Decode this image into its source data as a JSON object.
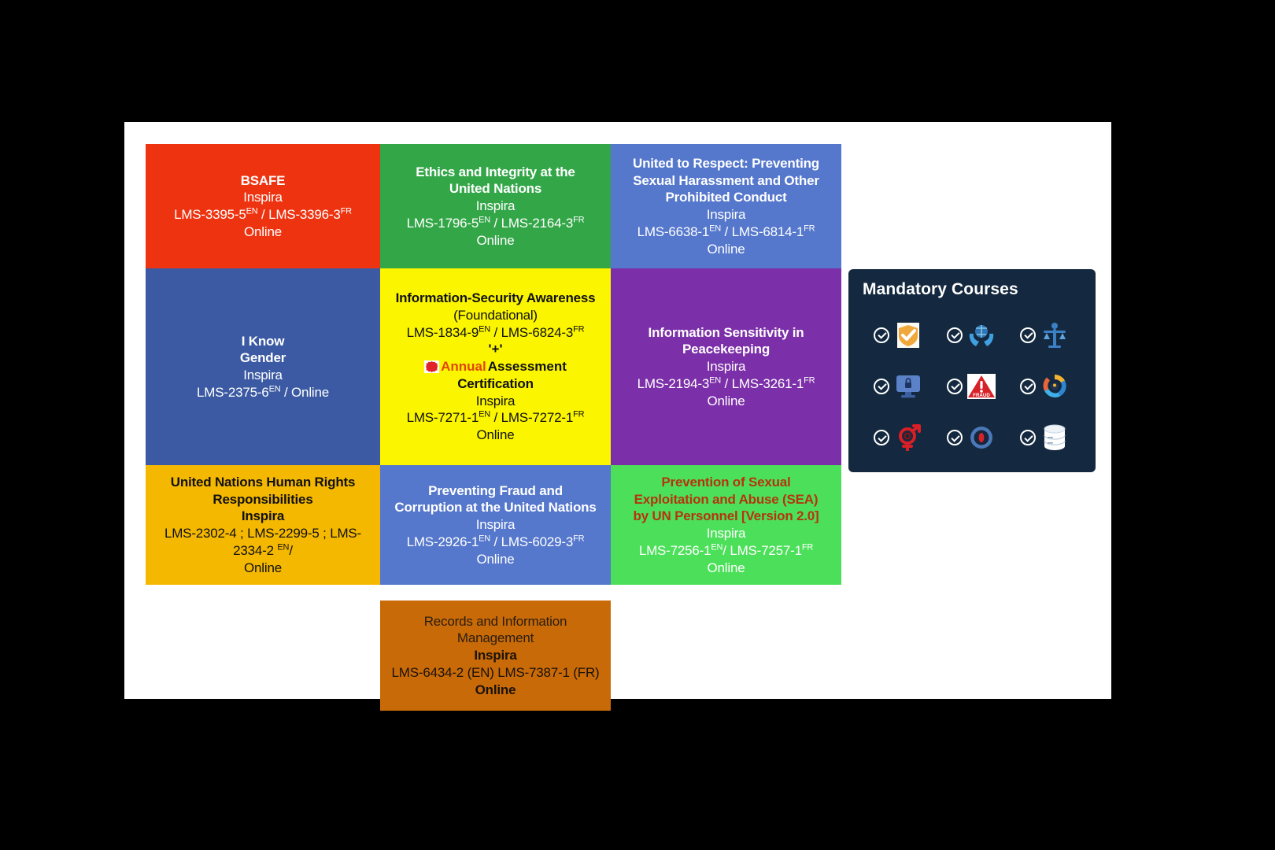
{
  "legend": {
    "title": "Mandatory Courses",
    "icons": [
      {
        "name": "shield-check-icon"
      },
      {
        "name": "hands-globe-icon"
      },
      {
        "name": "scales-justice-icon"
      },
      {
        "name": "monitor-lock-icon"
      },
      {
        "name": "fraud-warning-icon"
      },
      {
        "name": "people-cycle-icon"
      },
      {
        "name": "gender-symbol-icon"
      },
      {
        "name": "security-shield-circle-icon"
      },
      {
        "name": "database-records-icon"
      }
    ]
  },
  "courses": {
    "bsafe": {
      "title": "BSAFE",
      "platform": "Inspira",
      "code_en": "LMS-3395-5",
      "sup_en": "EN",
      "sep": " / ",
      "code_fr": "LMS-3396-3",
      "sup_fr": "FR",
      "mode": "Online"
    },
    "ethics": {
      "title_line1": "Ethics and Integrity at the",
      "title_line2": "United Nations",
      "platform": "Inspira",
      "code_en": "LMS-1796-5",
      "sup_en": "EN",
      "sep": " / ",
      "code_fr": "LMS-2164-3",
      "sup_fr": "FR",
      "mode": "Online"
    },
    "respect": {
      "title_line1": "United to Respect: Preventing",
      "title_line2": "Sexual Harassment and Other",
      "title_line3": "Prohibited Conduct",
      "platform": "Inspira",
      "code_en": "LMS-6638-1",
      "sup_en": "EN",
      "sep": " / ",
      "code_fr": "LMS-6814-1",
      "sup_fr": "FR",
      "mode": "Online"
    },
    "gender": {
      "title_line1": "I Know",
      "title_line2": "Gender",
      "platform": "Inspira",
      "code_en": "LMS-2375-6",
      "sup_en": "EN",
      "mode_inline": " / Online"
    },
    "infosec": {
      "title": "Information-Security Awareness",
      "subtitle": "(Foundational)",
      "code_en": "LMS-1834-9",
      "sup_en": "EN",
      "sep": " / ",
      "code_fr": "LMS-6824-3",
      "sup_fr": "FR",
      "plus": "'+'",
      "annual_word": "Annual",
      "annual_rest": " Assessment",
      "annual_line2": "Certification",
      "platform": "Inspira",
      "code2_en": "LMS-7271-1",
      "sup2_en": "EN",
      "sep2": " / ",
      "code2_fr": "LMS-7272-1",
      "sup2_fr": "FR",
      "mode": "Online"
    },
    "sensitive": {
      "title_line1": "Information Sensitivity in",
      "title_line2": "Peacekeeping",
      "platform": "Inspira",
      "code_en": "LMS-2194-3",
      "sup_en": "EN",
      "sep": " / ",
      "code_fr": "LMS-3261-1",
      "sup_fr": "FR",
      "mode": "Online"
    },
    "humanrights": {
      "title_line1": "United Nations Human Rights",
      "title_line2": "Responsibilities",
      "platform": "Inspira",
      "codes_line1": "LMS-2302-4 ; LMS-2299-5 ; LMS-",
      "codes_line2": "2334-2 ",
      "sup_en": "EN",
      "codes_line2_tail": "/",
      "mode": "Online"
    },
    "fraud": {
      "title_line1": "Preventing Fraud and",
      "title_line2": "Corruption at the United Nations",
      "platform": "Inspira",
      "code_en": "LMS-2926-1",
      "sup_en": "EN",
      "sep": " / ",
      "code_fr": "LMS-6029-3",
      "sup_fr": "FR",
      "mode": "Online"
    },
    "sea": {
      "title_line1": "Prevention of Sexual",
      "title_line2": "Exploitation and Abuse (SEA)",
      "title_line3": "by UN Personnel [Version 2.0]",
      "platform": "Inspira",
      "code_en": "LMS-7256-1",
      "sup_en": "EN",
      "sep": "/ ",
      "code_fr": "LMS-7257-1",
      "sup_fr": "FR",
      "mode": "Online"
    },
    "records": {
      "title_line1": "Records and Information",
      "title_line2": "Management",
      "platform": "Inspira",
      "codes": "LMS-6434-2 (EN) LMS-7387-1 (FR)",
      "mode": "Online"
    }
  },
  "colors": {
    "bsafe": "#EE3311",
    "ethics": "#33A648",
    "respect": "#5577CC",
    "gender": "#3B5AA3",
    "infosec": "#FBF500",
    "sensitive": "#7B2FA8",
    "humanrights": "#F5B800",
    "fraud": "#5577CC",
    "sea": "#4CE05A",
    "records": "#C96A09",
    "legend_bg": "#14293F",
    "sea_title": "#B5350A",
    "annual": "#E2450B"
  }
}
